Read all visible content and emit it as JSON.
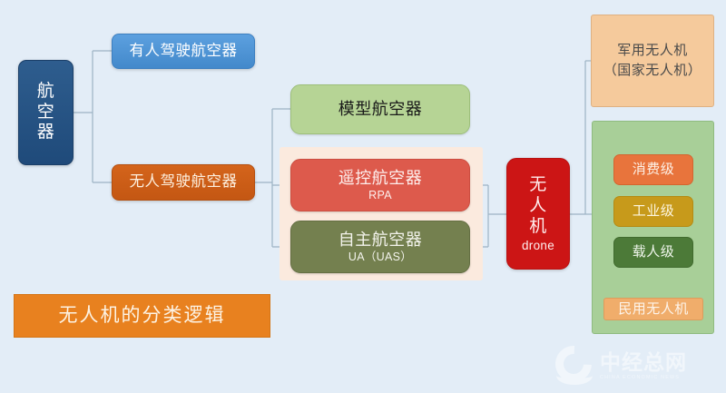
{
  "diagram": {
    "background_color": "#e3edf7",
    "root": {
      "label": "航空器",
      "chars": [
        "航",
        "空",
        "器"
      ],
      "color": "#27548a"
    },
    "level2": {
      "manned": {
        "label": "有人驾驶航空器",
        "color": "#4f93d4"
      },
      "unmanned": {
        "label": "无人驾驶航空器",
        "color": "#cc5c16"
      }
    },
    "level3": {
      "model": {
        "label": "模型航空器",
        "color": "#b6d495"
      },
      "rpa": {
        "label": "遥控航空器",
        "sublabel": "RPA",
        "color": "#dd5a4c"
      },
      "ua": {
        "label": "自主航空器",
        "sublabel": "UA（UAS）",
        "color": "#74804f"
      }
    },
    "group_uav": {
      "color": "#fbeade"
    },
    "hub": {
      "label_chars": [
        "无",
        "人",
        "机"
      ],
      "label": "无人机",
      "sublabel": "drone",
      "color": "#cc1515"
    },
    "right_branch": {
      "military": {
        "label_line1": "军用无人机",
        "label_line2": "（国家无人机）",
        "color": "#f5ca9c"
      },
      "civil_group": {
        "color": "#a8cf98"
      },
      "grades": [
        {
          "label": "消费级",
          "color": "#e8743c"
        },
        {
          "label": "工业级",
          "color": "#c79a1b"
        },
        {
          "label": "载人级",
          "color": "#4c7a38"
        }
      ],
      "civil": {
        "label": "民用无人机",
        "color": "#f0ad6b"
      }
    },
    "title_banner": {
      "label": "无人机的分类逻辑",
      "color": "#e8811f"
    },
    "watermark": {
      "main": "中经总网",
      "sub": "CHINA ECONOMIC NEWS",
      "logo": "c-logo-icon"
    },
    "connector_color": "#9db3c4"
  }
}
